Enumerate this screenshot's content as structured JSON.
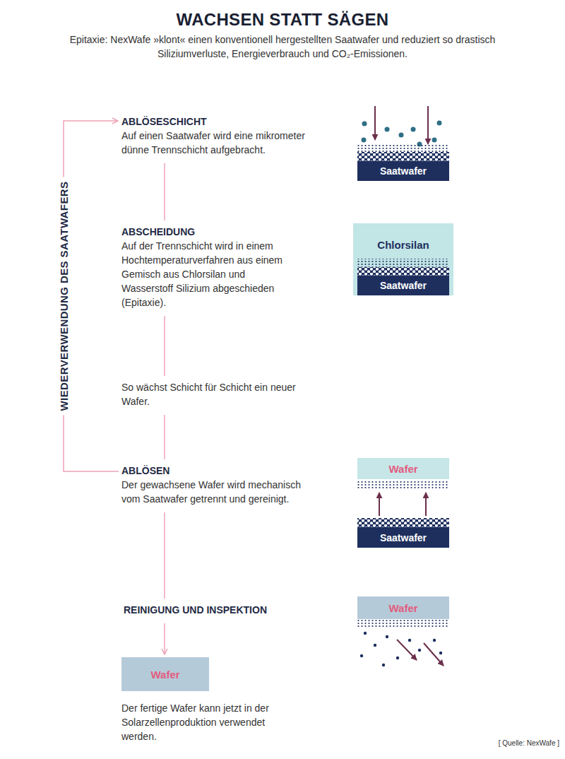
{
  "diagram": {
    "title": "WACHSEN STATT SÄGEN",
    "caption": "Epitaxie: NexWafe »klont« einen konventionell hergestellten Saatwafer und reduziert so drastisch Siliziumverluste, Energieverbrauch und CO₂-Emissionen.",
    "nodes": [
      {
        "text": [
          "ABLÖSESCHICHT",
          "Auf einen Saatwafer wird eine mikrometer dünne Trennschicht aufgebracht."
        ]
      },
      {
        "text": [
          "Saatwafer"
        ]
      },
      {
        "text": [
          "ABSCHEIDUNG",
          "Auf der Trennschicht wird in einem Hochtemperaturverfahren aus einem Gemisch aus Chlorsilan und Wasserstoff Silizium abgeschieden (Epitaxie)."
        ]
      },
      {
        "text": [
          "Chlorsilan"
        ]
      },
      {
        "text": [
          "Saatwafer"
        ],
        "in": 3
      },
      {
        "text": [
          "So wächst Schicht für Schicht ein neuer Wafer."
        ]
      },
      {
        "text": [
          "ABLÖSEN",
          "Der gewachsene Wafer wird mechanisch vom Saatwafer getrennt und gereinigt."
        ]
      },
      {
        "text": [
          "Wafer"
        ]
      },
      {
        "text": [
          "Saatwafer"
        ]
      },
      {
        "text": [
          "REINIGUNG UND INSPEKTION"
        ]
      },
      {
        "text": [
          "Wafer"
        ]
      },
      {
        "text": [
          "Wafer",
          "Der fertige Wafer kann jetzt in der Solarzellenproduktion verwendet werden."
        ]
      }
    ],
    "edges": [
      {
        "from": 0,
        "to": 2,
        "arrow": "none"
      },
      {
        "from": 2,
        "to": 5,
        "arrow": "none"
      },
      {
        "from": 5,
        "to": 6,
        "arrow": "none"
      },
      {
        "from": 6,
        "to": 9,
        "arrow": "none"
      },
      {
        "from": 9,
        "to": 11,
        "arrow": "to"
      },
      {
        "from": 6,
        "to": 0,
        "label": "WIEDERVERWENDUNG DES SAATWAFERS",
        "arrow": "to"
      }
    ],
    "labels": [
      "[ Quelle: NexWafe ]"
    ]
  }
}
